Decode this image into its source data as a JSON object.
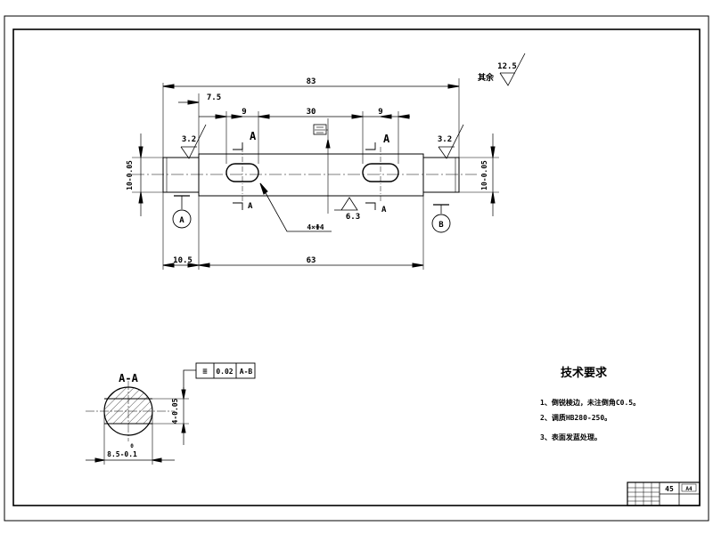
{
  "drawing": {
    "roughness_rest": {
      "label": "其余",
      "value": "12.5"
    },
    "dims": {
      "overall_length": "83",
      "left_offset": "7.5",
      "key_width_left": "9",
      "key_span": "30",
      "key_width_right": "9",
      "left_journal": "10.5",
      "body_length": "63",
      "end_dia_left": "10-0.05",
      "end_dia_right": "10-0.05",
      "slot_note": "4×Φ4"
    },
    "roughness": {
      "left_end": "3.2",
      "right_end": "3.2",
      "middle": "6.3"
    },
    "section_marks": {
      "top_left": "A",
      "top_right": "A",
      "bottom_left": "A",
      "bottom_right": "A"
    },
    "datums": {
      "left": "A",
      "right": "B"
    },
    "symmetry_box": "□",
    "section_view": {
      "title": "A-A",
      "tol_symbol": "≡",
      "tol_value": "0.02",
      "tol_datum": "A-B",
      "width_dim": "4-0.05",
      "dia_dim": "8.5-0.1",
      "dia_upper": "0"
    }
  },
  "requirements": {
    "title": "技术要求",
    "items": [
      "1、倒锐棱边，未注倒角C0.5。",
      "2、调质HB280-250。",
      "3、表面发蓝处理。"
    ]
  },
  "title_block": {
    "material": "45",
    "code": "A4"
  }
}
